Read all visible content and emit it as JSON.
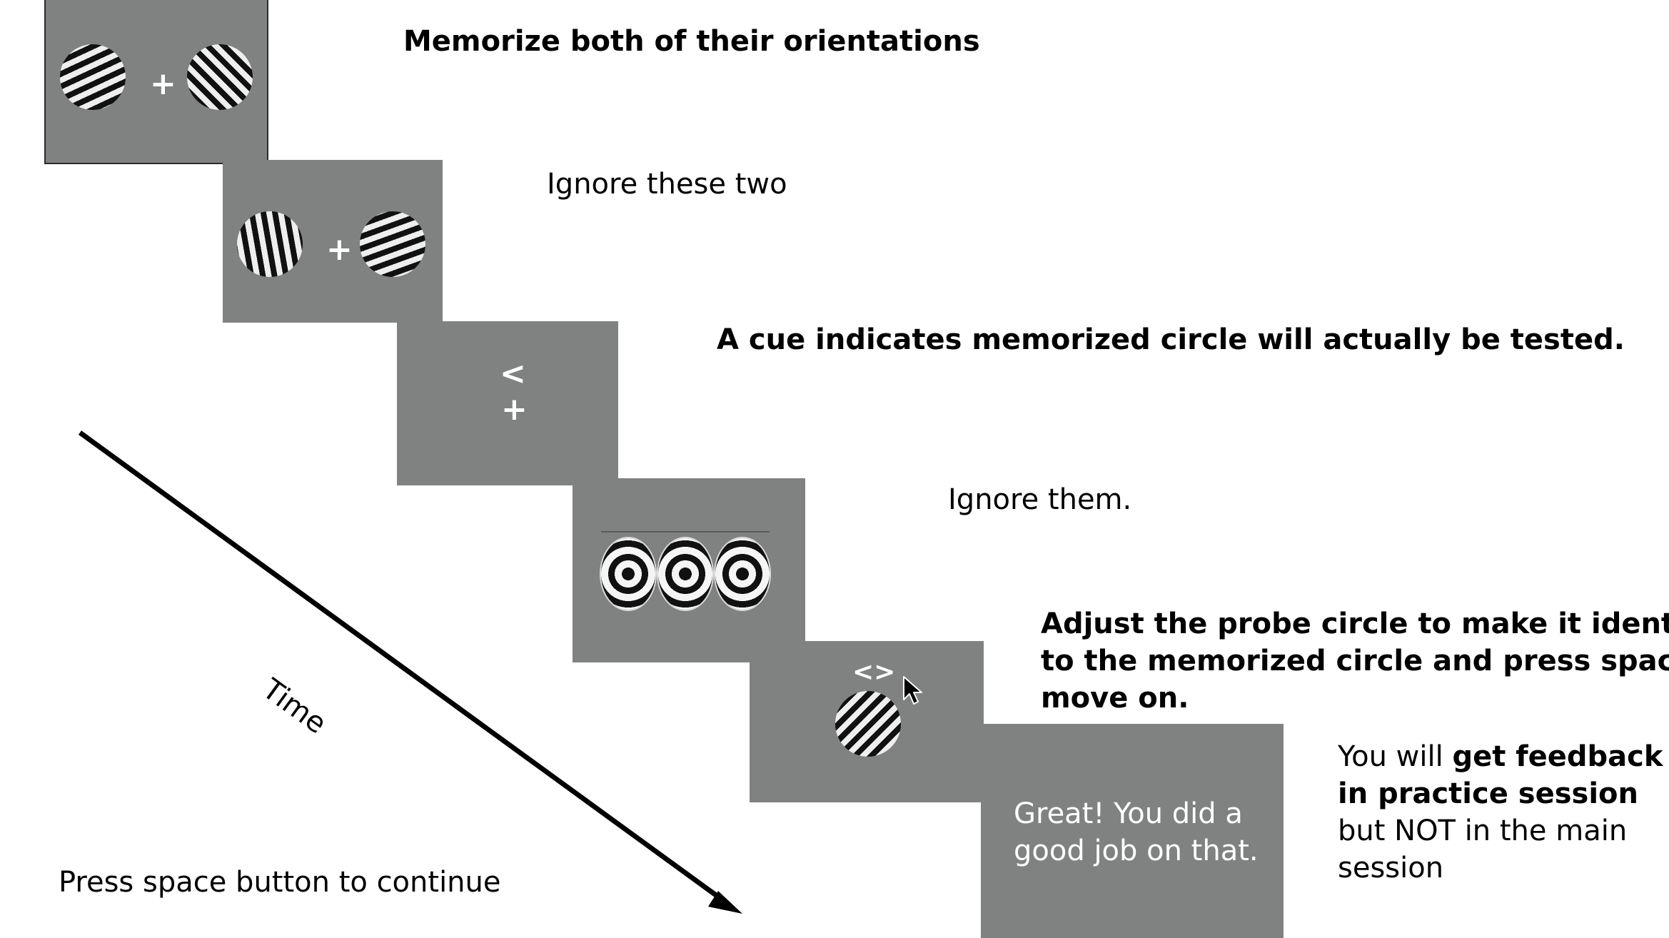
{
  "steps": {
    "encode": {
      "instruction": "Memorize both of their orientations",
      "fixation": "+"
    },
    "distract": {
      "instruction": "Ignore these two",
      "fixation": "+"
    },
    "cue": {
      "instruction": "A cue indicates memorized circle will actually be tested.",
      "cue_symbol": "<",
      "fixation": "+"
    },
    "mask": {
      "instruction": "Ignore them."
    },
    "probe": {
      "instruction_lines": [
        "Adjust the probe circle to make it identical",
        "to the memorized circle and press space to",
        "move on."
      ],
      "cue_symbol": "<>"
    },
    "feedback": {
      "screen_lines": [
        "Great! You did a",
        "good job on that."
      ],
      "note_lines": [
        {
          "normal": "You will ",
          "bold": "get feedback"
        },
        {
          "normal": "",
          "bold": "in practice session"
        },
        {
          "normal": "but NOT in the main",
          "bold": ""
        },
        {
          "normal": "session",
          "bold": ""
        }
      ]
    }
  },
  "time_axis": {
    "label": "Time"
  },
  "footer": {
    "continue_prompt": "Press space button to continue"
  },
  "colors": {
    "screen_gray": "#808281",
    "stimulus_white": "#ffffff",
    "arrow": "#000000"
  },
  "icons": {
    "probe_cursor": "mouse-pointer-icon"
  }
}
